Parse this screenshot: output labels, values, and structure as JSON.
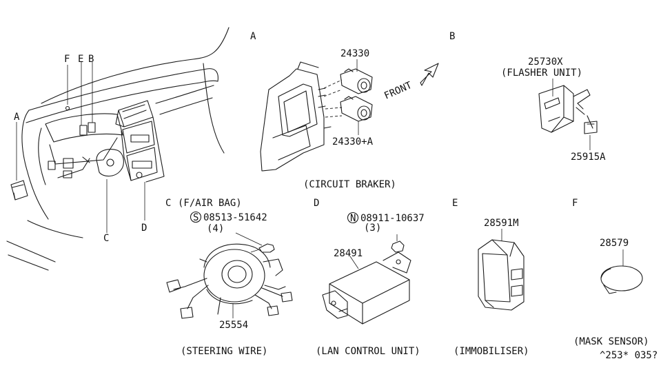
{
  "section_letters": {
    "a": "A",
    "b": "B",
    "c": "C",
    "d": "D",
    "e": "E",
    "f": "F"
  },
  "dash_callouts": {
    "f": "F",
    "e": "E",
    "b": "B",
    "a": "A",
    "c": "C",
    "d": "D"
  },
  "parts": {
    "p24330": "24330",
    "p24330a": "24330+A",
    "front": "FRONT",
    "p25730x": "25730X",
    "flasher": "(FLASHER UNIT)",
    "p25915a": "25915A",
    "circuit_braker": "(CIRCUIT BRAKER)",
    "f_air_bag": "(F/AIR BAG)",
    "s_mark": "S",
    "p08513": "08513-51642",
    "qty4": "(4)",
    "p25554": "25554",
    "steering_wire": "(STEERING WIRE)",
    "n_mark": "N",
    "p08911": "08911-10637",
    "qty3": "(3)",
    "p28491": "28491",
    "lan_control": "(LAN CONTROL UNIT)",
    "p28591m": "28591M",
    "immobiliser": "(IMMOBILISER)",
    "p28579": "28579",
    "mask_sensor": "(MASK SENSOR)",
    "ref_code": "^253* 035?"
  },
  "icons": [
    "front-arrow-icon",
    "s-circle-icon",
    "n-circle-icon"
  ]
}
